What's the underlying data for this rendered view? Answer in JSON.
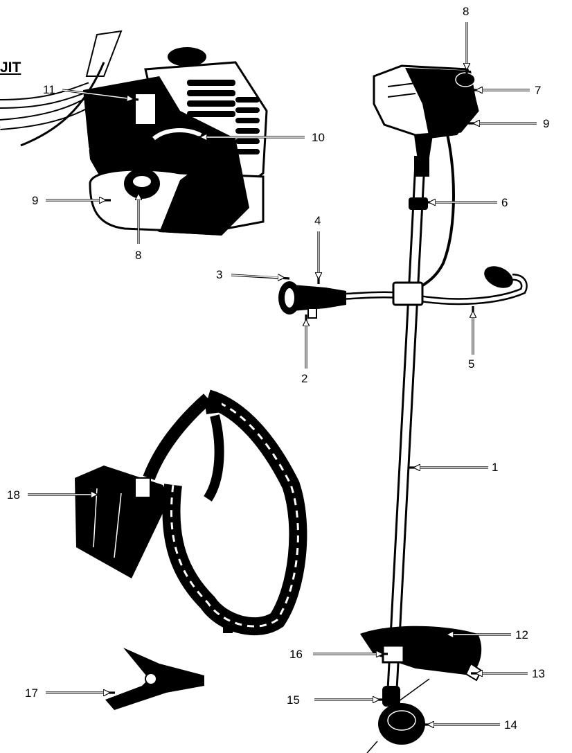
{
  "header_fragment": "JIT",
  "colors": {
    "ink": "#000000",
    "arrow": "#ffffff"
  },
  "callouts": [
    {
      "id": "shaft",
      "text": "1"
    },
    {
      "id": "grip-lower",
      "text": "2"
    },
    {
      "id": "grip-end",
      "text": "3"
    },
    {
      "id": "throttle-grip",
      "text": "4"
    },
    {
      "id": "handlebar-right",
      "text": "5"
    },
    {
      "id": "shaft-clamp",
      "text": "6"
    },
    {
      "id": "engine-cover",
      "text": "7"
    },
    {
      "id": "fuel-cap-top",
      "text": "8"
    },
    {
      "id": "fuel-tank-right",
      "text": "9"
    },
    {
      "id": "starter-handle",
      "text": "10"
    },
    {
      "id": "choke-lever",
      "text": "11"
    },
    {
      "id": "guard",
      "text": "12"
    },
    {
      "id": "line-cutter",
      "text": "13"
    },
    {
      "id": "trimmer-head",
      "text": "14"
    },
    {
      "id": "gear-head",
      "text": "15"
    },
    {
      "id": "guard-clamp",
      "text": "16"
    },
    {
      "id": "blade",
      "text": "17"
    },
    {
      "id": "harness-pad",
      "text": "18"
    },
    {
      "id": "fuel-tank-left",
      "text": "9"
    },
    {
      "id": "fuel-cap-bottom",
      "text": "8"
    }
  ]
}
